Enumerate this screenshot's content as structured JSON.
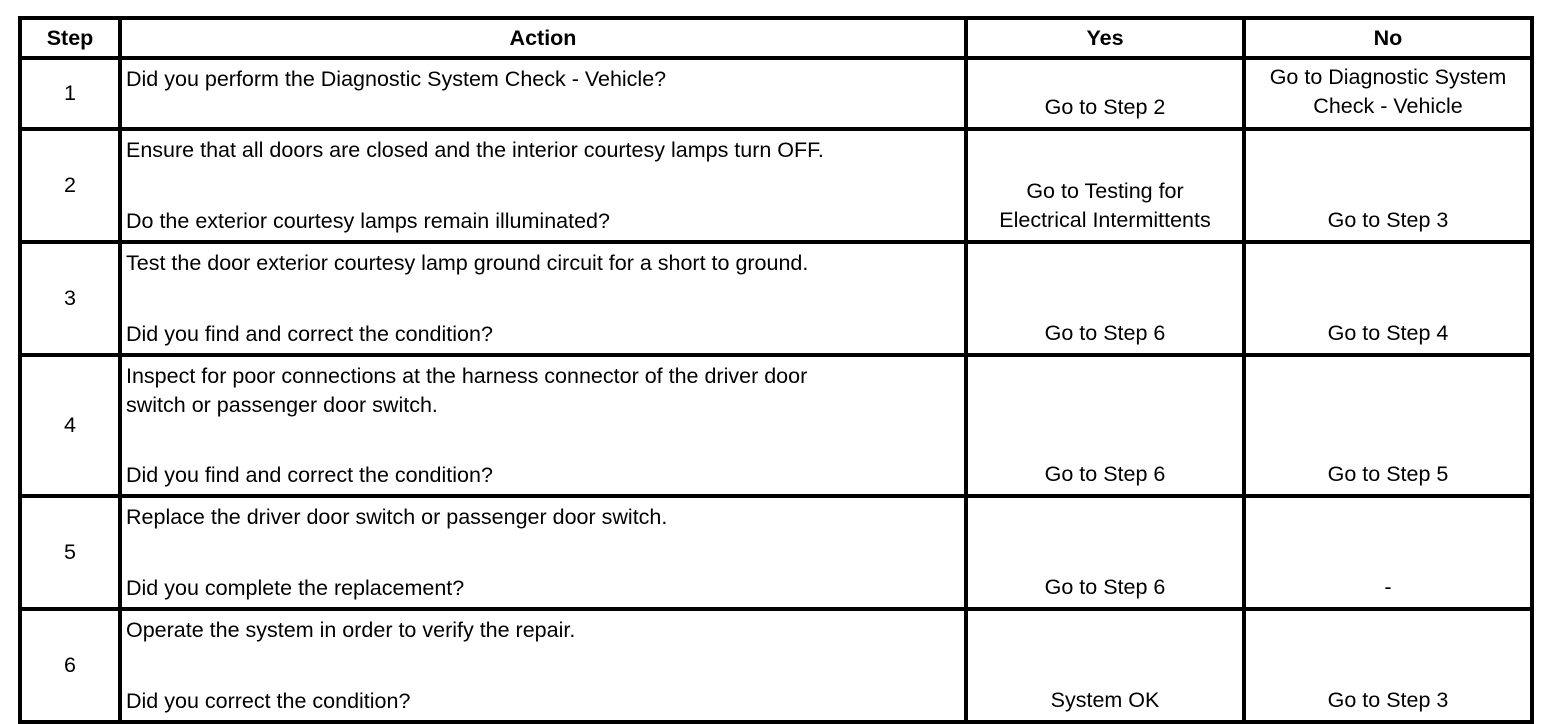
{
  "table": {
    "headers": {
      "step": "Step",
      "action": "Action",
      "yes": "Yes",
      "no": "No"
    },
    "rows": [
      {
        "step": "1",
        "action_lines": [
          "Did you perform the Diagnostic System Check - Vehicle?"
        ],
        "question": "",
        "yes_lines": [
          "Go to Step 2"
        ],
        "no_lines": [
          "Go to Diagnostic System",
          "Check - Vehicle"
        ]
      },
      {
        "step": "2",
        "action_lines": [
          "Ensure that all doors are closed and the interior courtesy lamps turn OFF."
        ],
        "question": "Do the exterior courtesy lamps remain illuminated?",
        "yes_lines": [
          "Go to Testing for",
          "Electrical Intermittents"
        ],
        "no_lines": [
          "Go to Step 3"
        ]
      },
      {
        "step": "3",
        "action_lines": [
          "Test the door exterior courtesy lamp ground circuit for a short to ground."
        ],
        "question": "Did you find and correct the condition?",
        "yes_lines": [
          "Go to Step 6"
        ],
        "no_lines": [
          "Go to Step 4"
        ]
      },
      {
        "step": "4",
        "action_lines": [
          "Inspect for poor connections at the harness connector of the driver door",
          "switch or passenger door switch."
        ],
        "question": "Did you find and correct the condition?",
        "yes_lines": [
          "Go to Step 6"
        ],
        "no_lines": [
          "Go to Step 5"
        ]
      },
      {
        "step": "5",
        "action_lines": [
          "Replace the driver door switch or passenger door switch."
        ],
        "question": "Did you complete the replacement?",
        "yes_lines": [
          "Go to Step 6"
        ],
        "no_lines": [
          "-"
        ]
      },
      {
        "step": "6",
        "action_lines": [
          "Operate the system in order to verify the repair."
        ],
        "question": "Did you correct the condition?",
        "yes_lines": [
          "System OK"
        ],
        "no_lines": [
          "Go to Step 3"
        ]
      }
    ]
  }
}
